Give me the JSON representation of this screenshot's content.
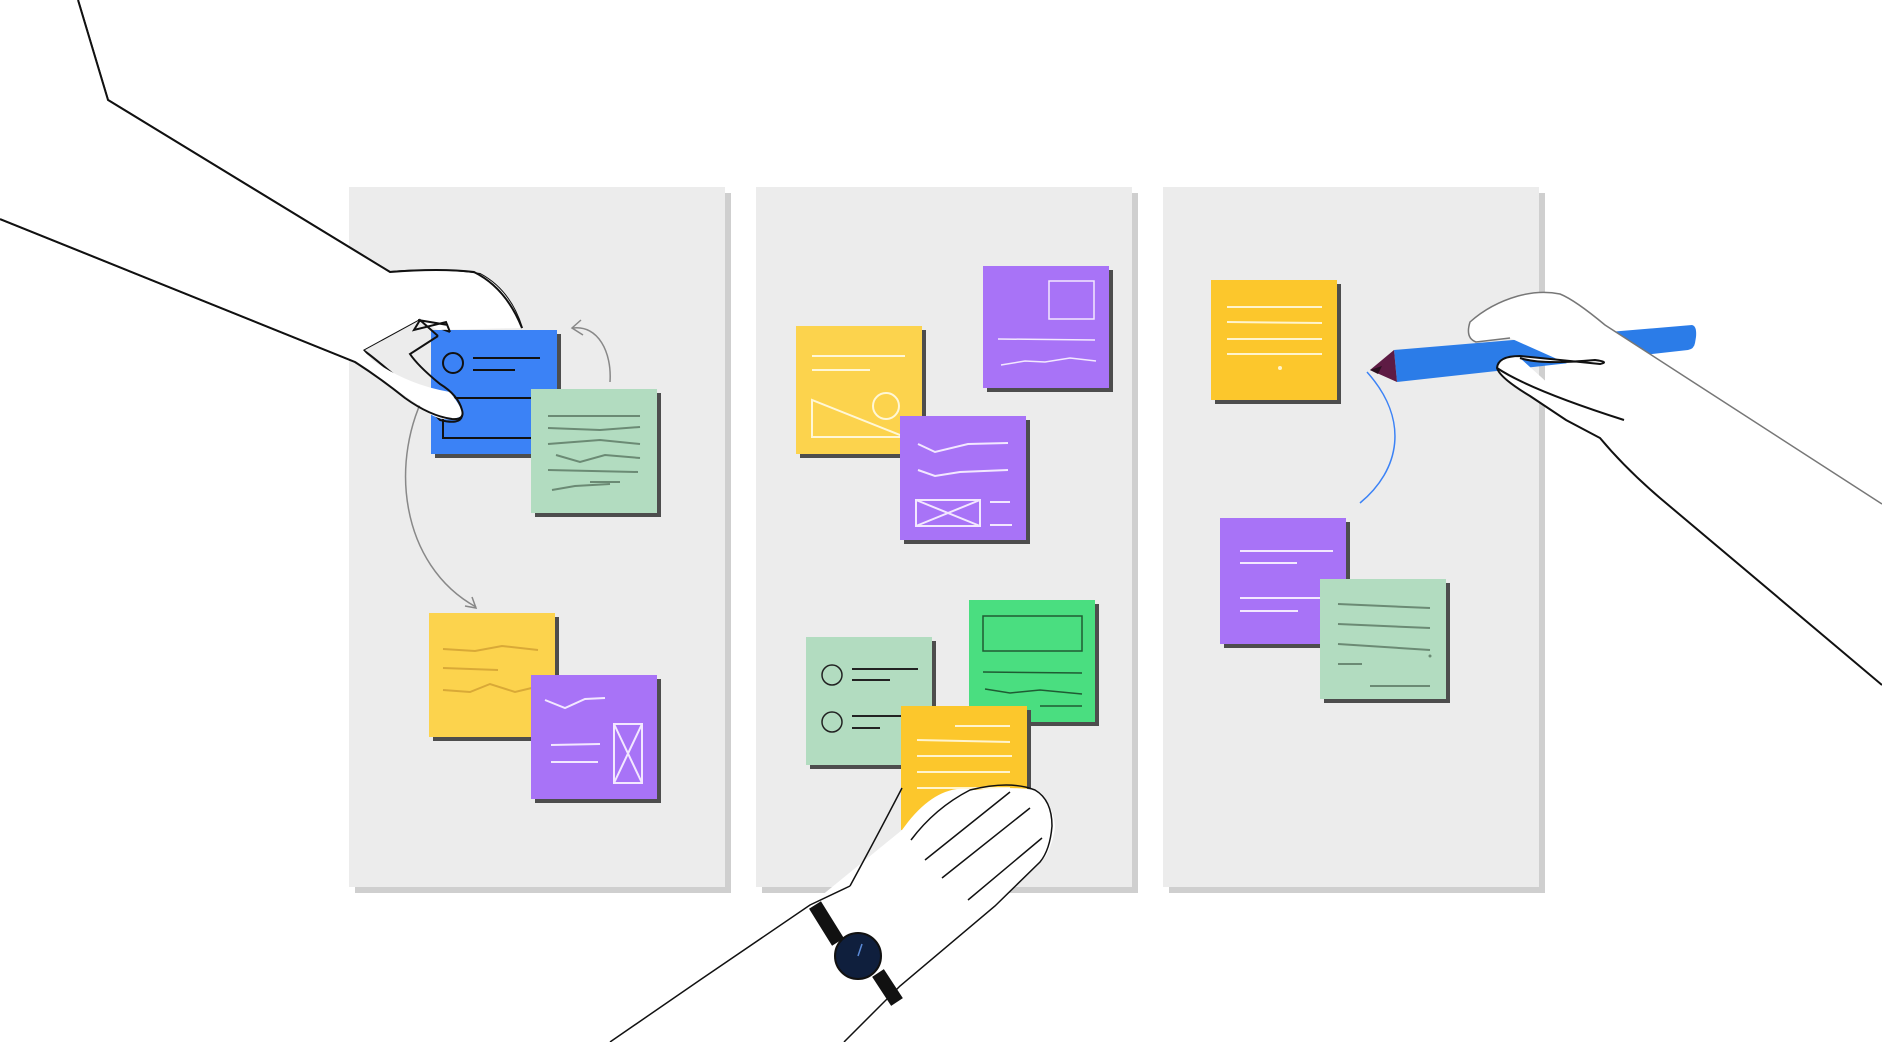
{
  "colors": {
    "background": "#ffffff",
    "board": "#ececec",
    "board_shadow": "#cfcfcf",
    "note_shadow": "#4d4d4d",
    "sticky_blue": "#3b82f6",
    "sticky_mint": "#b2dcc0",
    "sticky_yellow": "#fcd34d",
    "sticky_amber": "#fcc72c",
    "sticky_purple": "#a873f7",
    "sticky_green": "#4ade80",
    "pen_body": "#2b7ce8",
    "pen_tip": "#5e1b44",
    "watch_strap": "#111111",
    "watch_face": "#0f1f3d",
    "outline": "#111111",
    "arrow_gray": "#888888",
    "arrow_blue": "#3b82f6"
  },
  "illustration": {
    "boards": [
      {
        "name": "board-left"
      },
      {
        "name": "board-middle"
      },
      {
        "name": "board-right"
      }
    ],
    "icons": [
      "pointing-hand-icon",
      "hand-holding-pen-icon",
      "hand-with-watch-icon",
      "pen-icon",
      "wristwatch-icon",
      "curved-arrow-icon"
    ]
  }
}
